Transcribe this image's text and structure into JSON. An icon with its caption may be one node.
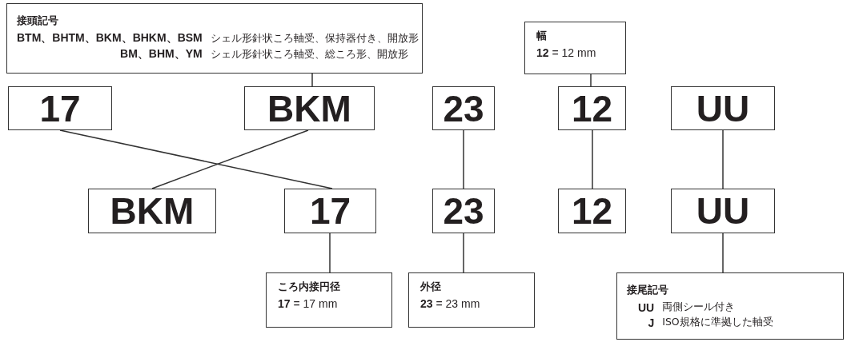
{
  "diagram": {
    "nodes": [
      {
        "text": [
          "接頭記号",
          "BTM、BHTM、BKM、BHKM、BSM",
          "シェル形針状ころ軸受、保持器付き、開放形",
          "BM、BHM、YM",
          "シェル形針状ころ軸受、総ころ形、開放形"
        ]
      },
      {
        "text": [
          "幅",
          "**12** = 12 mm"
        ]
      },
      {
        "text": [
          "17"
        ]
      },
      {
        "text": [
          "BKM"
        ]
      },
      {
        "text": [
          "23"
        ]
      },
      {
        "text": [
          "12"
        ]
      },
      {
        "text": [
          "UU"
        ]
      },
      {
        "text": [
          "BKM"
        ]
      },
      {
        "text": [
          "17"
        ]
      },
      {
        "text": [
          "23"
        ]
      },
      {
        "text": [
          "12"
        ]
      },
      {
        "text": [
          "UU"
        ]
      },
      {
        "text": [
          "ころ内接円径",
          "**17** = 17 mm"
        ]
      },
      {
        "text": [
          "外径",
          "**23** = 23 mm"
        ]
      },
      {
        "text": [
          "接尾記号",
          "UU",
          "両側シール付き",
          "J",
          "ISO規格に準拠した軸受"
        ]
      }
    ],
    "edges": [
      {
        "from": 0,
        "to": 3,
        "arrow": "none"
      },
      {
        "from": 1,
        "to": 5,
        "arrow": "none"
      },
      {
        "from": 2,
        "to": 8,
        "arrow": "none"
      },
      {
        "from": 3,
        "to": 7,
        "arrow": "none"
      },
      {
        "from": 4,
        "to": 9,
        "arrow": "none"
      },
      {
        "from": 5,
        "to": 10,
        "arrow": "none"
      },
      {
        "from": 6,
        "to": 11,
        "arrow": "none"
      },
      {
        "from": 8,
        "to": 12,
        "arrow": "none"
      },
      {
        "from": 9,
        "to": 13,
        "arrow": "none"
      },
      {
        "from": 11,
        "to": 14,
        "arrow": "none"
      }
    ]
  }
}
